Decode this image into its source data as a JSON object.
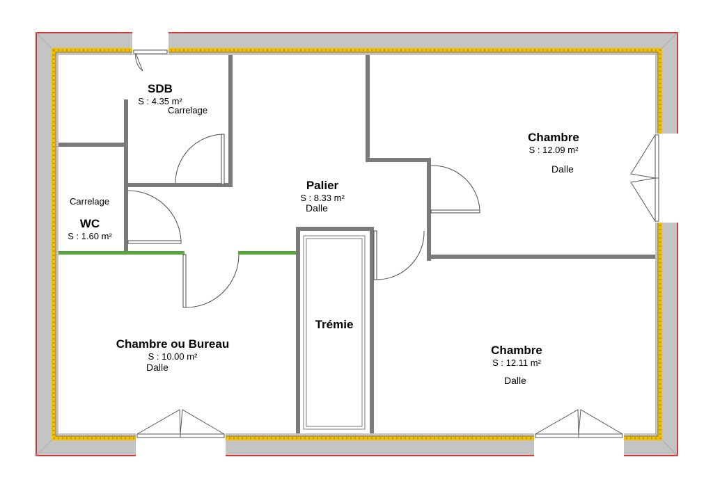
{
  "rooms": {
    "sdb": {
      "name": "SDB",
      "surface": "S : 4.35 m²",
      "floor": "Carrelage"
    },
    "wc": {
      "name": "WC",
      "surface": "S : 1.60 m²",
      "floor": "Carrelage"
    },
    "palier": {
      "name": "Palier",
      "surface": "S : 8.33 m²",
      "floor": "Dalle"
    },
    "chambre_ne": {
      "name": "Chambre",
      "surface": "S : 12.09 m²",
      "floor": "Dalle"
    },
    "bureau": {
      "name": "Chambre  ou Bureau",
      "surface": "S : 10.00 m²",
      "floor": "Dalle"
    },
    "tremie": {
      "name": "Trémie"
    },
    "chambre_se": {
      "name": "Chambre",
      "surface": "S : 12.11 m²",
      "floor": "Dalle"
    }
  },
  "colors": {
    "outer_wall": "#c4c4c4",
    "inner_wall": "#7a7a7a",
    "outline": "#d23a3a",
    "insulation": "#f2c000",
    "wc_separation": "#5aa83c"
  }
}
